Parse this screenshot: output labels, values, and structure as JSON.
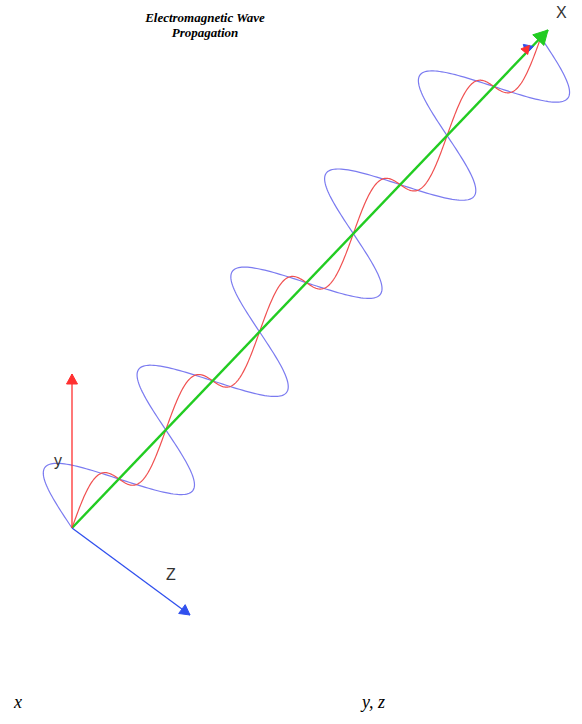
{
  "diagram": {
    "title": "Electromagnetic Wave Propagation",
    "labels": [
      "X",
      "y",
      "Z",
      "x",
      "y, z"
    ]
  }
}
